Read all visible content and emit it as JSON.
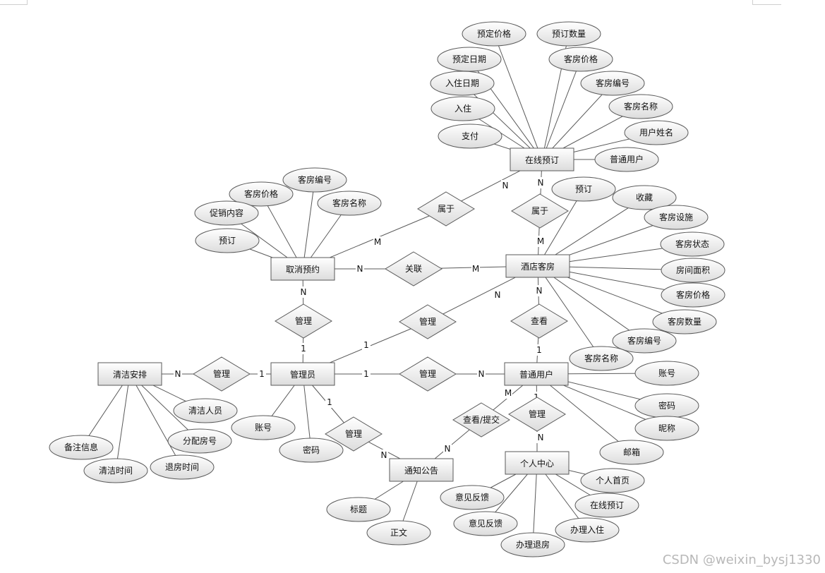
{
  "watermark": "CSDN @weixin_bysj1330",
  "colors": {
    "stroke": "#5a5a5a",
    "fill_top": "#ffffff",
    "fill_bottom": "#dcdcdc",
    "text": "#111111"
  },
  "entities": [
    {
      "id": "online_booking",
      "label": "在线预订"
    },
    {
      "id": "cancel_booking",
      "label": "取消预约"
    },
    {
      "id": "hotel_room",
      "label": "酒店客房"
    },
    {
      "id": "cleaning",
      "label": "清洁安排"
    },
    {
      "id": "admin",
      "label": "管理员"
    },
    {
      "id": "user",
      "label": "普通用户"
    },
    {
      "id": "notice",
      "label": "通知公告"
    },
    {
      "id": "personal_center",
      "label": "个人中心"
    }
  ],
  "relationships": [
    {
      "id": "belongs_1",
      "label": "属于"
    },
    {
      "id": "belongs_2",
      "label": "属于"
    },
    {
      "id": "associate",
      "label": "关联"
    },
    {
      "id": "manage_cancel",
      "label": "管理"
    },
    {
      "id": "manage_room",
      "label": "管理"
    },
    {
      "id": "view_room",
      "label": "查看"
    },
    {
      "id": "manage_cleaning",
      "label": "管理"
    },
    {
      "id": "manage_user",
      "label": "管理"
    },
    {
      "id": "manage_notice",
      "label": "管理"
    },
    {
      "id": "view_submit",
      "label": "查看/提交"
    },
    {
      "id": "manage_center",
      "label": "管理"
    }
  ],
  "attributes": {
    "online_booking": [
      "预定价格",
      "预订数量",
      "预定日期",
      "客房价格",
      "入住日期",
      "客房编号",
      "入住",
      "客房名称",
      "支付",
      "用户姓名",
      "普通用户"
    ],
    "cancel_booking": [
      "客房编号",
      "客房价格",
      "客房名称",
      "促销内容",
      "预订"
    ],
    "hotel_room": [
      "预订",
      "收藏",
      "客房设施",
      "客房状态",
      "房间面积",
      "客房价格",
      "客房数量",
      "客房编号",
      "客房名称"
    ],
    "user": [
      "账号",
      "密码",
      "昵称",
      "邮箱"
    ],
    "admin": [
      "账号",
      "密码"
    ],
    "cleaning": [
      "清洁人员",
      "分配房号",
      "备注信息",
      "退房时间",
      "清洁时间"
    ],
    "personal_center": [
      "个人首页",
      "意见反馈",
      "在线预订",
      "意见反馈",
      "办理入住",
      "办理退房"
    ],
    "notice": [
      "标题",
      "正文"
    ]
  },
  "cardinalities": {
    "online_booking__belongs_1": "N",
    "belongs_1__cancel_booking": "M",
    "online_booking__belongs_2": "N",
    "belongs_2__hotel_room": "M",
    "cancel_booking__associate": "N",
    "associate__hotel_room": "M",
    "cancel_booking__manage_cancel": "N",
    "manage_cancel__admin": "1",
    "hotel_room__manage_room": "N",
    "manage_room__admin": "1",
    "hotel_room__view_room": "N",
    "view_room__user": "1",
    "cleaning__manage_cleaning": "N",
    "manage_cleaning__admin": "1",
    "admin__manage_user": "1",
    "manage_user__user": "N",
    "admin__manage_notice": "1",
    "manage_notice__notice": "N",
    "notice__view_submit": "N",
    "view_submit__user": "M",
    "user__manage_center": "1",
    "manage_center__personal_center": "N"
  }
}
